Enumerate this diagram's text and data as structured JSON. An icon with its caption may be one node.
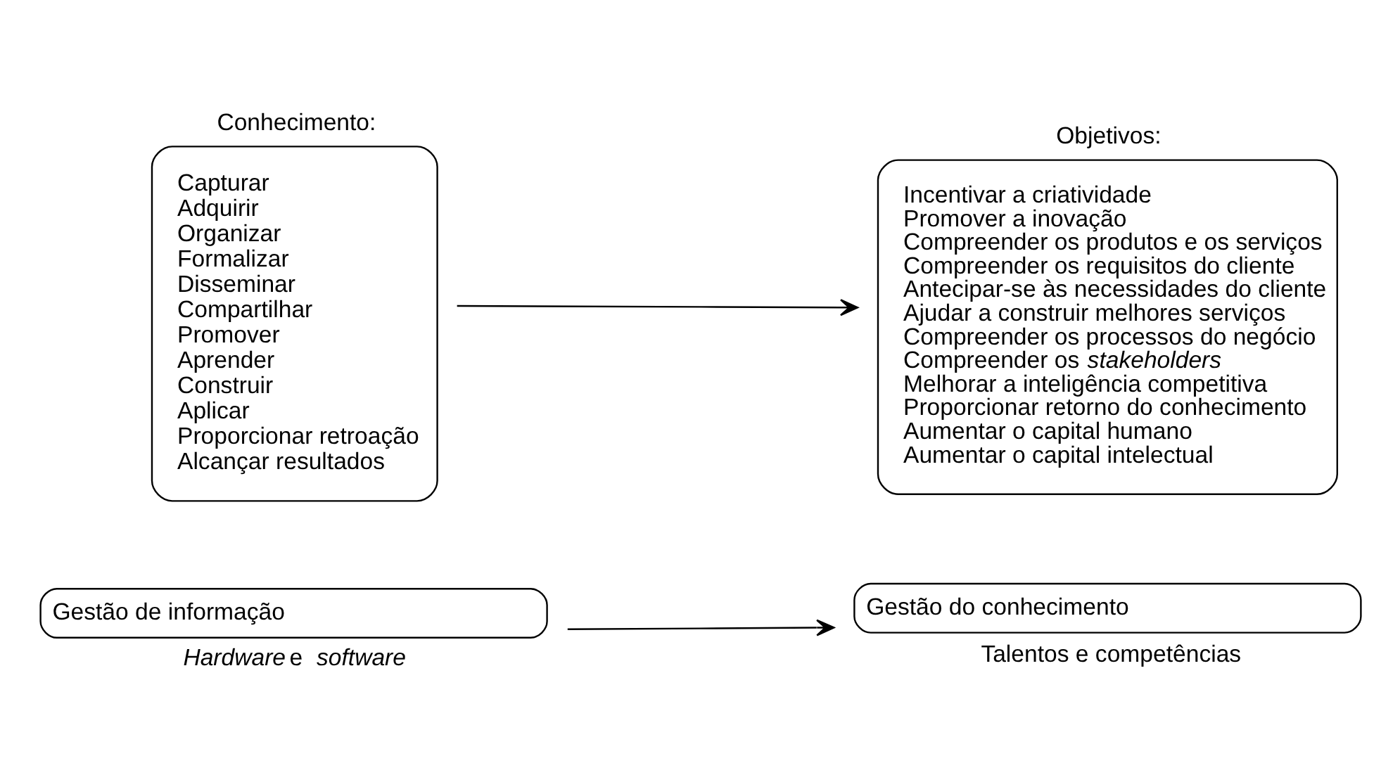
{
  "diagram": {
    "nodes": [
      {
        "text": [
          "Conhecimento:",
          "Capturar",
          "Adquirir",
          "Organizar",
          "Formalizar",
          "Disseminar",
          "Compartilhar",
          "Promover",
          "Aprender",
          "Construir",
          "Aplicar",
          "Proporcionar retroação",
          "Alcançar resultados"
        ]
      },
      {
        "text": [
          "Objetivos:",
          "Incentivar a criatividade",
          "Promover a inovação",
          "Compreender os produtos e os serviços",
          "Compreender os requisitos do cliente",
          "Antecipar-se às necessidades do cliente",
          "Ajudar a construir melhores serviços",
          "Compreender os processos do negócio",
          "Compreender os *stakeholders*",
          "Melhorar a inteligência competitiva",
          "Proporcionar retorno do conhecimento",
          "Aumentar o capital humano",
          "Aumentar o capital intelectual"
        ]
      },
      {
        "text": [
          "Gestão de informação"
        ],
        "beside": [
          "*Hardware* e *software*"
        ]
      },
      {
        "text": [
          "Gestão do conhecimento"
        ],
        "beside": [
          "Talentos e competências"
        ]
      }
    ],
    "edges": [
      {
        "from": 0,
        "to": 1,
        "arrow": "to"
      },
      {
        "from": 2,
        "to": 3,
        "arrow": "to"
      }
    ]
  }
}
